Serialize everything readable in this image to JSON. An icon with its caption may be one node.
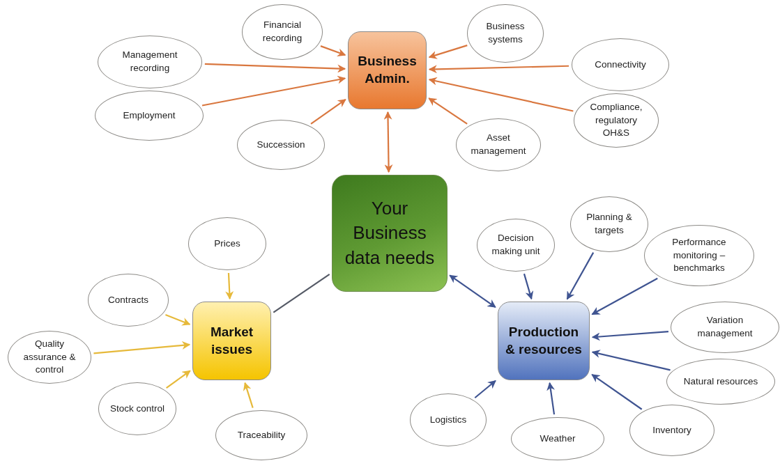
{
  "diagram": {
    "nodes": [
      {
        "text": [
          "Your Business data needs"
        ]
      },
      {
        "text": [
          "Business Admin."
        ]
      },
      {
        "text": [
          "Market issues"
        ]
      },
      {
        "text": [
          "Production & resources"
        ]
      },
      {
        "text": [
          "Financial recording"
        ]
      },
      {
        "text": [
          "Management recording"
        ]
      },
      {
        "text": [
          "Employment"
        ]
      },
      {
        "text": [
          "Succession"
        ]
      },
      {
        "text": [
          "Business systems"
        ]
      },
      {
        "text": [
          "Connectivity"
        ]
      },
      {
        "text": [
          "Compliance, regulatory OH&S"
        ]
      },
      {
        "text": [
          "Asset management"
        ]
      },
      {
        "text": [
          "Prices"
        ]
      },
      {
        "text": [
          "Contracts"
        ]
      },
      {
        "text": [
          "Quality assurance & control"
        ]
      },
      {
        "text": [
          "Stock control"
        ]
      },
      {
        "text": [
          "Traceability"
        ]
      },
      {
        "text": [
          "Decision making unit"
        ]
      },
      {
        "text": [
          "Planning & targets"
        ]
      },
      {
        "text": [
          "Performance monitoring – benchmarks"
        ]
      },
      {
        "text": [
          "Variation management"
        ]
      },
      {
        "text": [
          "Natural resources"
        ]
      },
      {
        "text": [
          "Inventory"
        ]
      },
      {
        "text": [
          "Weather"
        ]
      },
      {
        "text": [
          "Logistics"
        ]
      }
    ],
    "edges": [
      {
        "from": 0,
        "to": 1,
        "arrow": "both",
        "color": "#d9773f"
      },
      {
        "from": 0,
        "to": 2,
        "arrow": "none",
        "color": "#555a66"
      },
      {
        "from": 0,
        "to": 3,
        "arrow": "both",
        "color": "#3f5491"
      },
      {
        "from": 4,
        "to": 1,
        "arrow": "to",
        "color": "#d9773f"
      },
      {
        "from": 5,
        "to": 1,
        "arrow": "to",
        "color": "#d9773f"
      },
      {
        "from": 6,
        "to": 1,
        "arrow": "to",
        "color": "#d9773f"
      },
      {
        "from": 7,
        "to": 1,
        "arrow": "to",
        "color": "#d9773f"
      },
      {
        "from": 8,
        "to": 1,
        "arrow": "to",
        "color": "#d9773f"
      },
      {
        "from": 9,
        "to": 1,
        "arrow": "to",
        "color": "#d9773f"
      },
      {
        "from": 10,
        "to": 1,
        "arrow": "to",
        "color": "#d9773f"
      },
      {
        "from": 11,
        "to": 1,
        "arrow": "to",
        "color": "#d9773f"
      },
      {
        "from": 12,
        "to": 2,
        "arrow": "to",
        "color": "#e6b93a"
      },
      {
        "from": 13,
        "to": 2,
        "arrow": "to",
        "color": "#e6b93a"
      },
      {
        "from": 14,
        "to": 2,
        "arrow": "to",
        "color": "#e6b93a"
      },
      {
        "from": 15,
        "to": 2,
        "arrow": "to",
        "color": "#e6b93a"
      },
      {
        "from": 16,
        "to": 2,
        "arrow": "to",
        "color": "#e6b93a"
      },
      {
        "from": 17,
        "to": 3,
        "arrow": "to",
        "color": "#3f5491"
      },
      {
        "from": 18,
        "to": 3,
        "arrow": "to",
        "color": "#3f5491"
      },
      {
        "from": 19,
        "to": 3,
        "arrow": "to",
        "color": "#3f5491"
      },
      {
        "from": 20,
        "to": 3,
        "arrow": "to",
        "color": "#3f5491"
      },
      {
        "from": 21,
        "to": 3,
        "arrow": "to",
        "color": "#3f5491"
      },
      {
        "from": 22,
        "to": 3,
        "arrow": "to",
        "color": "#3f5491"
      },
      {
        "from": 23,
        "to": 3,
        "arrow": "to",
        "color": "#3f5491"
      },
      {
        "from": 24,
        "to": 3,
        "arrow": "to",
        "color": "#3f5491"
      }
    ]
  }
}
